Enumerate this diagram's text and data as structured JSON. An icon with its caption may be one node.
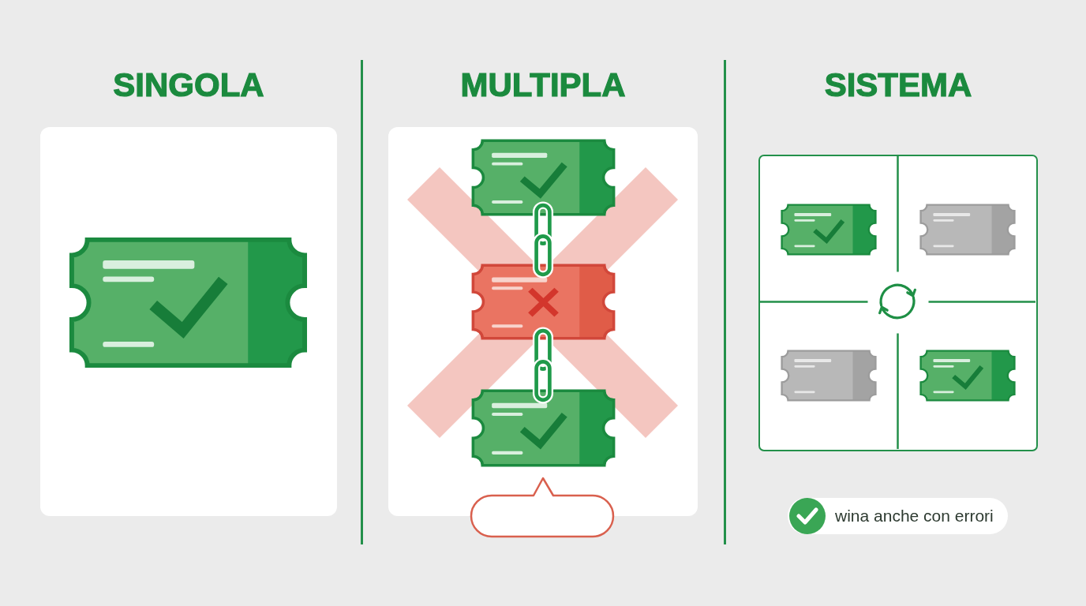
{
  "diagram": {
    "nodes": [
      {
        "text": [
          "SINGOLA"
        ]
      },
      {
        "text": [
          "MULTIPLA"
        ]
      },
      {
        "text": [],
        "shape": "bubble"
      },
      {
        "text": [
          "SISTEMA"
        ]
      },
      {
        "text": [
          "wina anche con errori"
        ]
      }
    ]
  }
}
